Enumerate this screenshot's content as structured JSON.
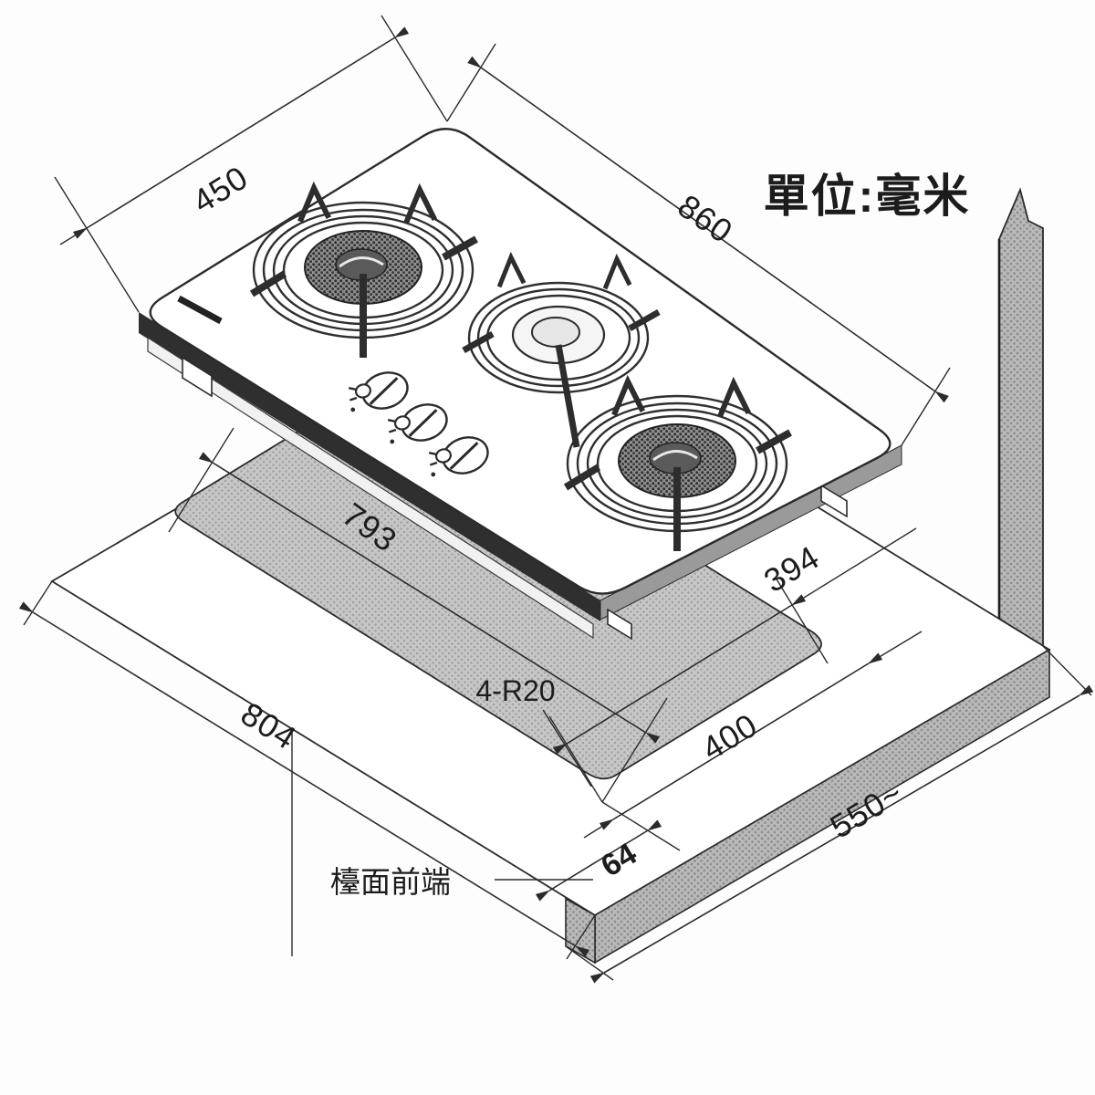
{
  "labels": {
    "unit": "單位:毫米",
    "hob_depth": "450",
    "hob_width": "860",
    "cutout_length": "793",
    "cutout_depth": "394",
    "front_left_span": "804",
    "front_right_span": "400",
    "counter_depth": "550~",
    "edge_gap": "64",
    "corner_radius": "4-R20",
    "front_edge_note": "檯面前端"
  },
  "colors": {
    "paper": "#fdfdfd",
    "line": "#2b2b2b",
    "dark_edge": "#2f2f2f",
    "gray_face": "#b9b9b9",
    "cutout_gray": "#c7c7c7",
    "halftone_dot": "#a2a2a2",
    "burner_texture": "#8f8f8f"
  }
}
